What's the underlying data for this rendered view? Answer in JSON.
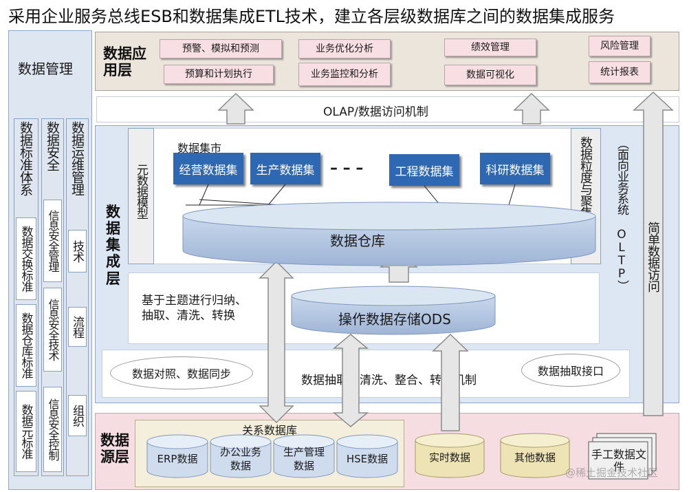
{
  "title": "采用企业服务总线ESB和数据集成ETL技术，建立各层级数据库之间的数据集成服务",
  "left_panel": {
    "header": "数据管理",
    "col1": {
      "top": "数据标准体系",
      "subs": [
        "数据交换标准",
        "数据仓库标准",
        "数据元标准"
      ]
    },
    "col2": {
      "top": "数据安全",
      "subs": [
        "信息安全管理",
        "信息安全技术",
        "信息安全控制"
      ]
    },
    "col3": {
      "top": "数据运维管理",
      "subs": [
        "技术",
        "流程",
        "组织"
      ]
    }
  },
  "app_layer": {
    "label": "数据应用层",
    "items": [
      "预警、模拟和预测",
      "业务优化分析",
      "绩效管理",
      "风险管理",
      "预算和计划执行",
      "业务监控和分析",
      "数据可视化",
      "统计报表"
    ]
  },
  "olap": "OLAP/数据访问机制",
  "integration_layer": {
    "label": "数据集成层",
    "meta_model": "元数据模型",
    "datamart_label": "数据集市",
    "marts": [
      "经营数据集",
      "生产数据集",
      "工程数据集",
      "科研数据集"
    ],
    "dashes": "– – –",
    "warehouse": "数据仓库",
    "granularity": "数据粒度与聚集模型",
    "oltp": "（面向业务系统 OLTP）",
    "ods_note": "基于主题进行归纳、抽取、清洗、转换",
    "ods": "操作数据存储ODS",
    "compare": "数据对照、数据同步",
    "etl": "数据抽取、清洗、整合、转换机制",
    "interface": "数据抽取接口"
  },
  "simple_access": "简单数据访问",
  "source_layer": {
    "label": "数据源层",
    "rdb_label": "关系数据库",
    "rdb": [
      "ERP数据",
      "办公业务数据",
      "生产管理数据",
      "HSE数据"
    ],
    "others": [
      "实时数据",
      "其他数据"
    ],
    "manual": "手工数据文件"
  },
  "watermark": "@稀土掘金技术社区",
  "colors": {
    "doc_blue": "#2e68b3",
    "cyl_fill": "#b9cbe3",
    "cyl_top": "#dbe6f3",
    "db_blue": "#cfdcee",
    "db_yellow": "#ede3b4",
    "arrow_fill": "#e6e6e6",
    "arrow_stroke": "#8a8a8a"
  }
}
